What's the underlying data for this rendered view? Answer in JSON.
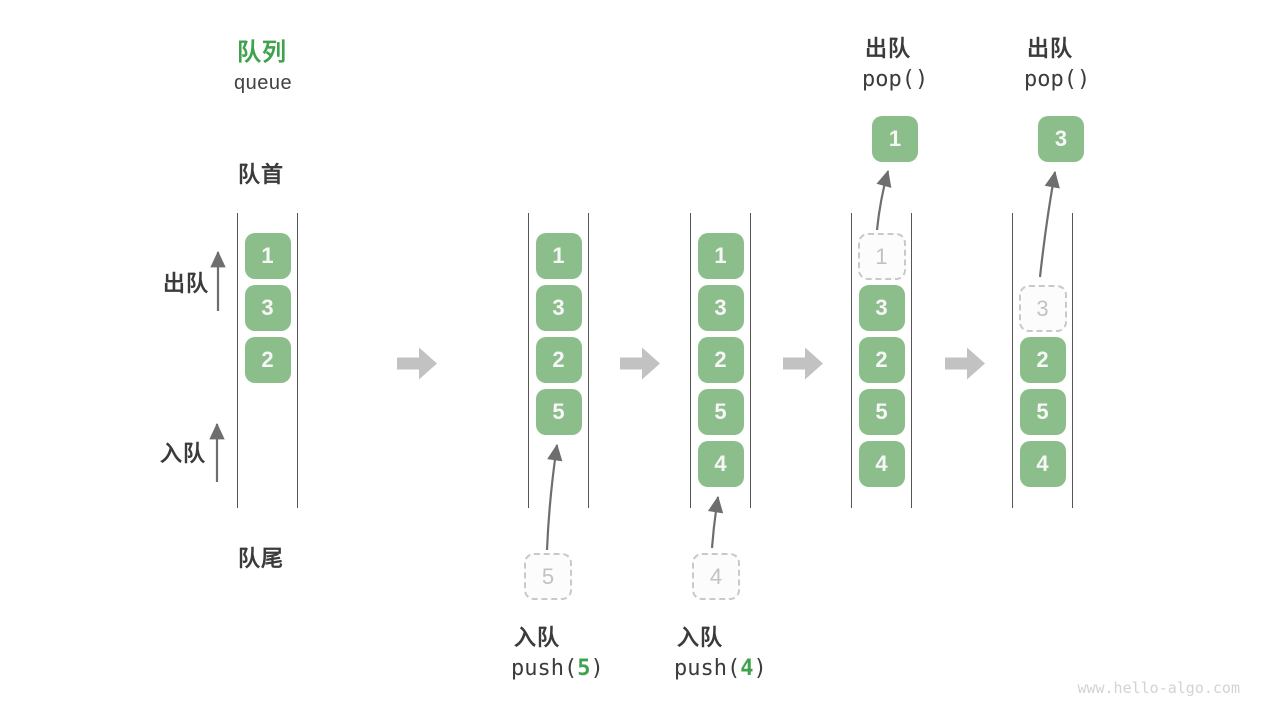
{
  "title": {
    "zh": "队列",
    "en": "queue"
  },
  "labels": {
    "front": "队首",
    "rear": "队尾",
    "dequeue_side": "出队",
    "enqueue_side": "入队"
  },
  "operations": {
    "push5": {
      "label": "入队",
      "fn": "push(",
      "arg": "5",
      "close": ")"
    },
    "push4": {
      "label": "入队",
      "fn": "push(",
      "arg": "4",
      "close": ")"
    },
    "pop1": {
      "label": "出队",
      "code": "pop()"
    },
    "pop2": {
      "label": "出队",
      "code": "pop()"
    }
  },
  "states": [
    {
      "slots": [
        "1",
        "3",
        "2"
      ]
    },
    {
      "slots": [
        "1",
        "3",
        "2",
        "5"
      ],
      "pending": "5"
    },
    {
      "slots": [
        "1",
        "3",
        "2",
        "5",
        "4"
      ],
      "pending": "4"
    },
    {
      "ghost": "1",
      "slots": [
        "3",
        "2",
        "5",
        "4"
      ],
      "popped": "1"
    },
    {
      "ghost": "3",
      "slots": [
        "2",
        "5",
        "4"
      ],
      "popped": "3"
    }
  ],
  "watermark": "www.hello-algo.com",
  "colors": {
    "box_green": "#8cbe8c",
    "title_green": "#3fa34d",
    "code_arg_green": "#3fa34d",
    "block_arrow_gray": "#c2c2c2",
    "thin_arrow_gray": "#6e6e6e",
    "ghost_gray": "#c9c9c9"
  }
}
